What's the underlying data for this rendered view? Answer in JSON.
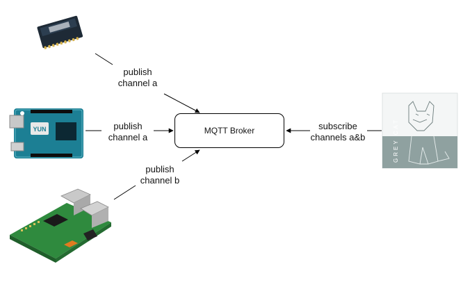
{
  "broker": {
    "label": "MQTT Broker"
  },
  "connections": [
    {
      "line1": "publish",
      "line2": "channel a"
    },
    {
      "line1": "publish",
      "line2": "channel a"
    },
    {
      "line1": "publish",
      "line2": "channel b"
    },
    {
      "line1": "subscribe",
      "line2": "channels a&b"
    }
  ],
  "devices": {
    "esp_module": {
      "icon": "esp-wifi-module-icon"
    },
    "arduino_yun": {
      "icon": "arduino-yun-board-icon",
      "board_text": "YUN"
    },
    "raspberry_pi": {
      "icon": "raspberry-pi-board-icon"
    },
    "grey_cat": {
      "icon": "grey-cat-logo-icon",
      "logo_text": "GREY CAT"
    }
  },
  "colors": {
    "line": "#000000",
    "cat_panel": "#8fa1a0",
    "arduino": "#1c7f94",
    "rpi": "#2f8a3e"
  }
}
